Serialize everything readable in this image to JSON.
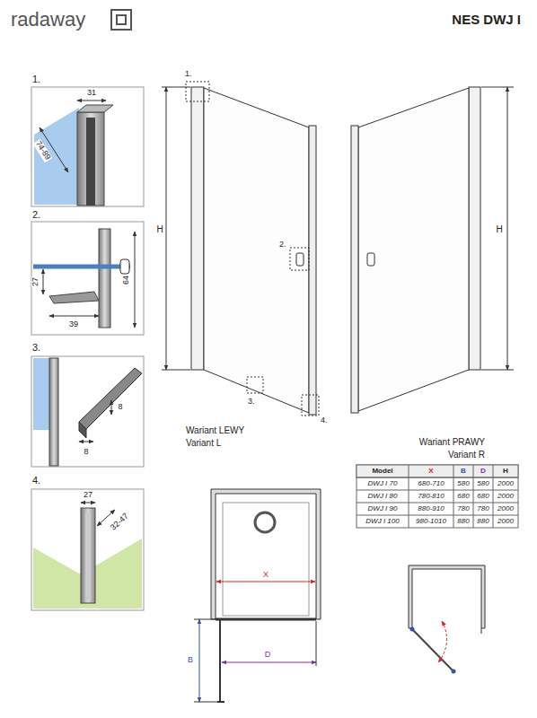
{
  "diagram": {
    "title": "NES DWJ I",
    "labels": [
      "radaway",
      "1.",
      "31",
      "74-89",
      "2.",
      "27",
      "39",
      "64",
      "3.",
      "8",
      "8",
      "4.",
      "27",
      "32-47",
      "1.",
      "H",
      "2.",
      "3.",
      "4.",
      "Wariant LEWY",
      "Variant L",
      "H",
      "Wariant PRAWY",
      "Variant R",
      "Model",
      "X",
      "B",
      "D",
      "H",
      "DWJ I 70",
      "680-710",
      "580",
      "580",
      "2000",
      "DWJ I 80",
      "780-810",
      "680",
      "680",
      "2000",
      "DWJ I 90",
      "880-910",
      "780",
      "780",
      "2000",
      "DWJ I 100",
      "980-1010",
      "880",
      "880",
      "2000",
      "X",
      "B",
      "D"
    ]
  }
}
